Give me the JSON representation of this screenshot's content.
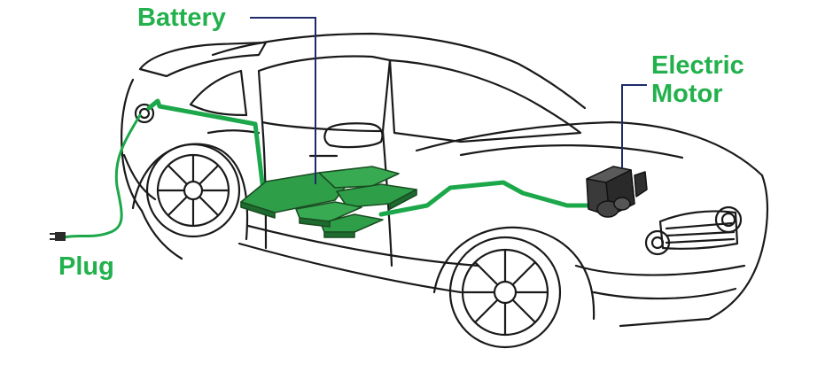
{
  "labels": {
    "battery": "Battery",
    "motor_line1": "Electric",
    "motor_line2": "Motor",
    "plug": "Plug"
  },
  "colors": {
    "label_green": "#22b14c",
    "wire_green": "#1ca84a",
    "pointer_line": "#1f2a6b",
    "battery_fill": "#2e9e48",
    "car_outline": "#1a1a1a"
  }
}
